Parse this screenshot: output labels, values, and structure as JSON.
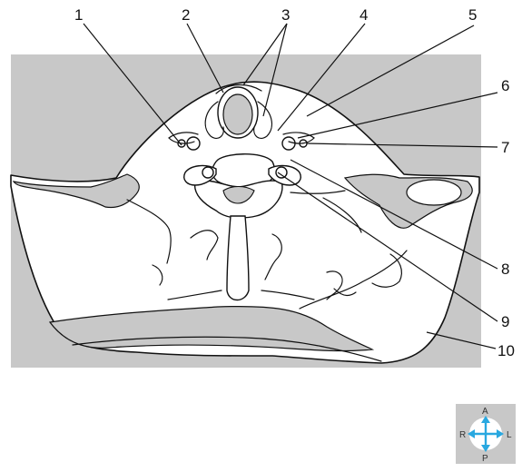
{
  "labels": [
    {
      "num": "1"
    },
    {
      "num": "2"
    },
    {
      "num": "3"
    },
    {
      "num": "4"
    },
    {
      "num": "5"
    },
    {
      "num": "6"
    },
    {
      "num": "7"
    },
    {
      "num": "8"
    },
    {
      "num": "9"
    },
    {
      "num": "10"
    }
  ],
  "orientation": {
    "anterior": "A",
    "posterior": "P",
    "right": "R",
    "left": "L"
  },
  "colors": {
    "background": "#c8c8c8",
    "tissue": "#ffffff",
    "line": "#111111",
    "arrow": "#29a8e0"
  }
}
